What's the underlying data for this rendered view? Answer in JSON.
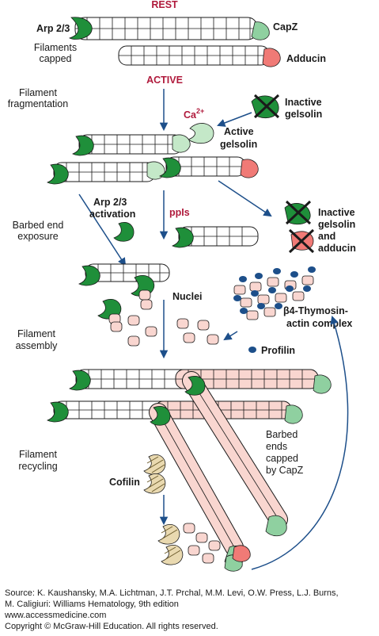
{
  "colors": {
    "arp": "#1f8f3a",
    "capz": "#8fd0a0",
    "adducin": "#f07a76",
    "gelsolin_inactive": "#1f8f3a",
    "gelsolin_active": "#c4e8c8",
    "actin_old": "#ffffff",
    "actin_new": "#f9d6d0",
    "profilin": "#1d4f8a",
    "arrow": "#1d4f8a",
    "red_x": "#c0392b",
    "state_label": "#b01a3c"
  },
  "states": {
    "rest": "REST",
    "active": "ACTIVE",
    "ca": "Ca",
    "ca_sup": "2+",
    "ppis": "ppIs"
  },
  "stages": {
    "filaments_capped_1": "Filaments",
    "filaments_capped_2": "capped",
    "fragmentation_1": "Filament",
    "fragmentation_2": "fragmentation",
    "barbed_exposure": "Barbed end",
    "barbed_exposure_2": "exposure",
    "assembly_1": "Filament",
    "assembly_2": "assembly",
    "recycling_1": "Filament",
    "recycling_2": "recycling"
  },
  "labels": {
    "arp23_top": "Arp 2/3",
    "capz": "CapZ",
    "adducin": "Adducin",
    "inactive_gelsolin_1": "Inactive",
    "inactive_gelsolin_2": "gelsolin",
    "active_gelsolin_1": "Active",
    "active_gelsolin_2": "gelsolin",
    "arp_activation_1": "Arp 2/3",
    "arp_activation_2": "activation",
    "inactive_gel_add_1": "Inactive",
    "inactive_gel_add_2": "gelsolin",
    "inactive_gel_add_3": "and",
    "inactive_gel_add_4": "adducin",
    "nuclei": "Nuclei",
    "thymosin_1": "β4-Thymosin-",
    "thymosin_2": "actin complex",
    "profilin": "Profilin",
    "barbed_capped_1": "Barbed",
    "barbed_capped_2": "ends",
    "barbed_capped_3": "capped",
    "barbed_capped_4": "by CapZ",
    "cofilin": "Cofilin"
  },
  "source": {
    "line1": "Source: K. Kaushansky, M.A. Lichtman, J.T. Prchal, M.M. Levi, O.W. Press, L.J. Burns,",
    "line2": "M. Caligiuri: Williams Hematology, 9th edition",
    "line3": "www.accessmedicine.com",
    "line4": "Copyright © McGraw-Hill Education.  All rights reserved."
  }
}
